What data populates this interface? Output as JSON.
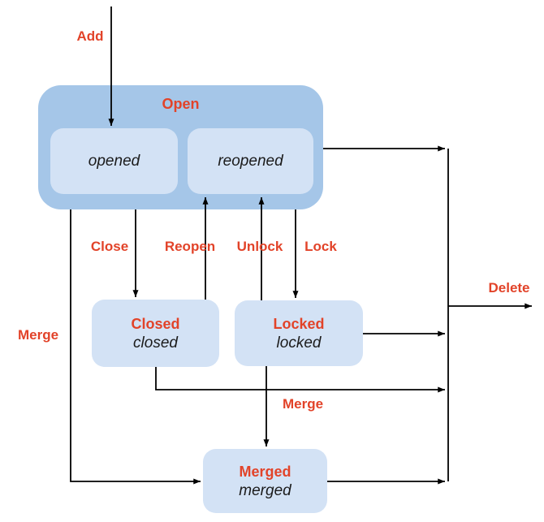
{
  "colors": {
    "open_group_fill": "#a5c6e8",
    "state_fill": "#d3e2f5",
    "edge_label": "#e24329",
    "node_title": "#e24329",
    "state_text": "#1b1b1b",
    "line": "#000000",
    "background": "#ffffff"
  },
  "nodes": {
    "open": {
      "label": "Open"
    },
    "opened": {
      "label": "opened"
    },
    "reopened": {
      "label": "reopened"
    },
    "closed": {
      "title": "Closed",
      "label": "closed"
    },
    "locked": {
      "title": "Locked",
      "label": "locked"
    },
    "merged": {
      "title": "Merged",
      "label": "merged"
    }
  },
  "edges": {
    "add": {
      "label": "Add"
    },
    "close": {
      "label": "Close"
    },
    "reopen": {
      "label": "Reopen"
    },
    "unlock": {
      "label": "Unlock"
    },
    "lock": {
      "label": "Lock"
    },
    "merge_from_open": {
      "label": "Merge"
    },
    "merge_from_locked": {
      "label": "Merge"
    },
    "delete": {
      "label": "Delete"
    }
  }
}
